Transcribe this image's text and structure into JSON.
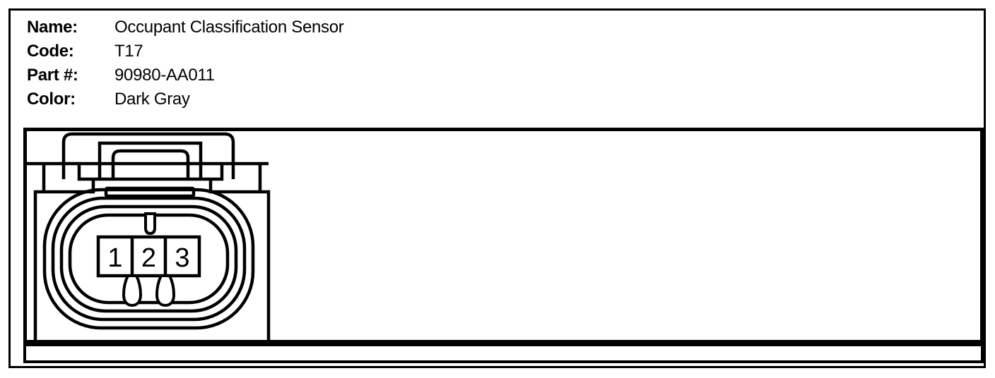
{
  "header": {
    "fields": [
      {
        "label": "Name:",
        "value": "Occupant Classification Sensor"
      },
      {
        "label": "Code:",
        "value": "T17"
      },
      {
        "label": "Part #:",
        "value": "90980-AA011"
      },
      {
        "label": "Color:",
        "value": "Dark Gray"
      }
    ]
  },
  "connector": {
    "pins": [
      "1",
      "2",
      "3"
    ],
    "pin_count": 3,
    "line_color": "#000000",
    "background_color": "#ffffff"
  }
}
